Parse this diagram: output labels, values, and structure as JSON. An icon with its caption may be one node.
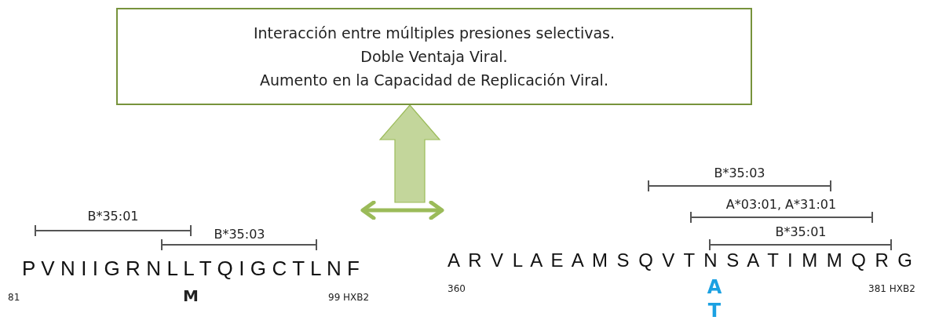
{
  "diagram": {
    "nodes": [
      {
        "text": [
          "Interacción entre múltiples presiones selectivas.",
          "Doble Ventaja Viral.",
          "Aumento en la Capacidad de Replicación Viral."
        ]
      },
      {
        "text": [
          "B*35:01",
          "B*35:03",
          "P V N I I G R N L L T Q I G C T L N F",
          "81",
          "M",
          "99 HXB2"
        ]
      },
      {
        "text": [
          "B*35:03",
          "A*03:01, A*31:01",
          "B*35:01",
          "A R V L A E A M S Q V T N S A T I M M Q R G",
          "360",
          "A",
          "T",
          "381 HXB2"
        ]
      }
    ],
    "edges": [
      {
        "from": 1,
        "to": 2,
        "arrow": "both",
        "color": "#9bbb59"
      },
      {
        "from": null,
        "to": 0,
        "arrow": "to",
        "color": "#c3d69b"
      }
    ]
  }
}
